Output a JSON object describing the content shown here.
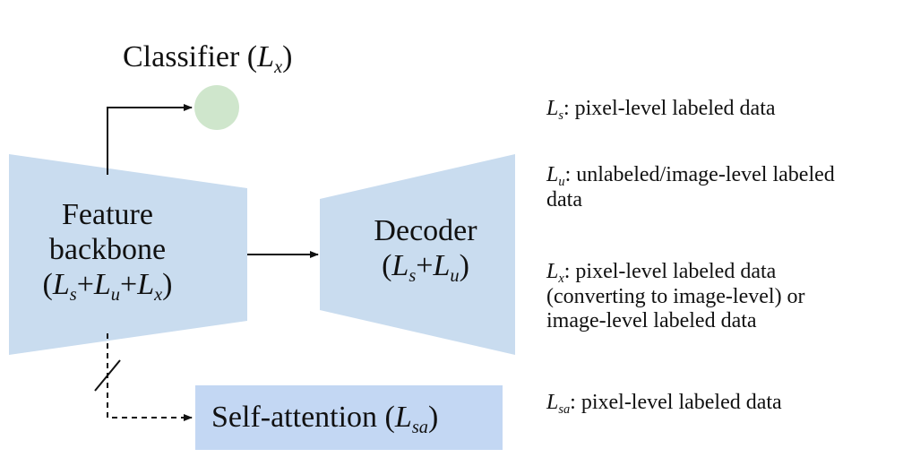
{
  "colors": {
    "encoder": "#c9dcef",
    "decoder": "#c9dcef",
    "self_attention_box": "#c3d7f3",
    "classifier_dot": "#cfe6cc",
    "arrow": "#111111"
  },
  "classifier": {
    "label": "Classifier (",
    "sym": "L",
    "sub": "x",
    "close": ")"
  },
  "backbone": {
    "line1": "Feature",
    "line2": "backbone",
    "open": "(",
    "l1": "L",
    "s1": "s",
    "plus1": "+",
    "l2": "L",
    "s2": "u",
    "plus2": "+",
    "l3": "L",
    "s3": "x",
    "close": ")"
  },
  "decoder": {
    "line1": "Decoder",
    "open": "(",
    "l1": "L",
    "s1": "s",
    "plus": "+",
    "l2": "L",
    "s2": "u",
    "close": ")"
  },
  "self_attention": {
    "label": "Self-attention (",
    "sym": "L",
    "sub": "sa",
    "close": ")"
  },
  "legend": [
    {
      "sym": "L",
      "sub": "s",
      "text": ": pixel-level labeled data"
    },
    {
      "sym": "L",
      "sub": "u",
      "text": ": unlabeled/image-level labeled",
      "text2": "data"
    },
    {
      "sym": "L",
      "sub": "x",
      "text": ": pixel-level labeled data",
      "text2": "(converting to image-level) or",
      "text3": "image-level labeled data"
    },
    {
      "sym": "L",
      "sub": "sa",
      "text": ": pixel-level labeled data"
    }
  ]
}
